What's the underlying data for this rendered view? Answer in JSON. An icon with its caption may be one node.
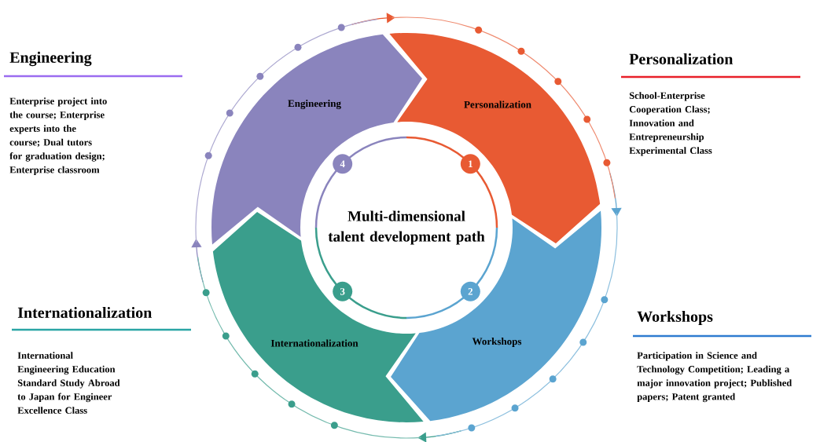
{
  "diagram": {
    "nodes": [
      {
        "text": [
          "Engineering"
        ]
      },
      {
        "text": [
          "Personalization"
        ]
      },
      {
        "text": [
          "Workshops"
        ]
      },
      {
        "text": [
          "Internationalization"
        ]
      },
      {
        "text": [
          "Multi-dimensional talent development path"
        ]
      },
      {
        "text": [
          "4"
        ]
      },
      {
        "text": [
          "1"
        ]
      },
      {
        "text": [
          "3"
        ]
      },
      {
        "text": [
          "2"
        ]
      }
    ],
    "edges": [
      {
        "from": 0,
        "to": 1,
        "arrow": "to",
        "color": "#e85a33"
      },
      {
        "from": 1,
        "to": 2,
        "arrow": "to",
        "color": "#5ba4d0"
      },
      {
        "from": 2,
        "to": 3,
        "arrow": "to",
        "color": "#3a9e8c"
      },
      {
        "from": 3,
        "to": 0,
        "arrow": "to",
        "color": "#8a84bd"
      }
    ],
    "labels": [
      "Engineering",
      "Enterprise project into the course; Enterprise experts into the course; Dual tutors for graduation design; Enterprise classroom",
      "Personalization",
      "School-Enterprise Cooperation Class; Innovation and Entrepreneurship Experimental Class",
      "Internationalization",
      "International Engineering Education Standard Study Abroad to Japan for Engineer Excellence Class",
      "Workshops",
      "Participation in Science and Technology Competition; Leading a major innovation project; Published papers; Patent granted"
    ]
  }
}
